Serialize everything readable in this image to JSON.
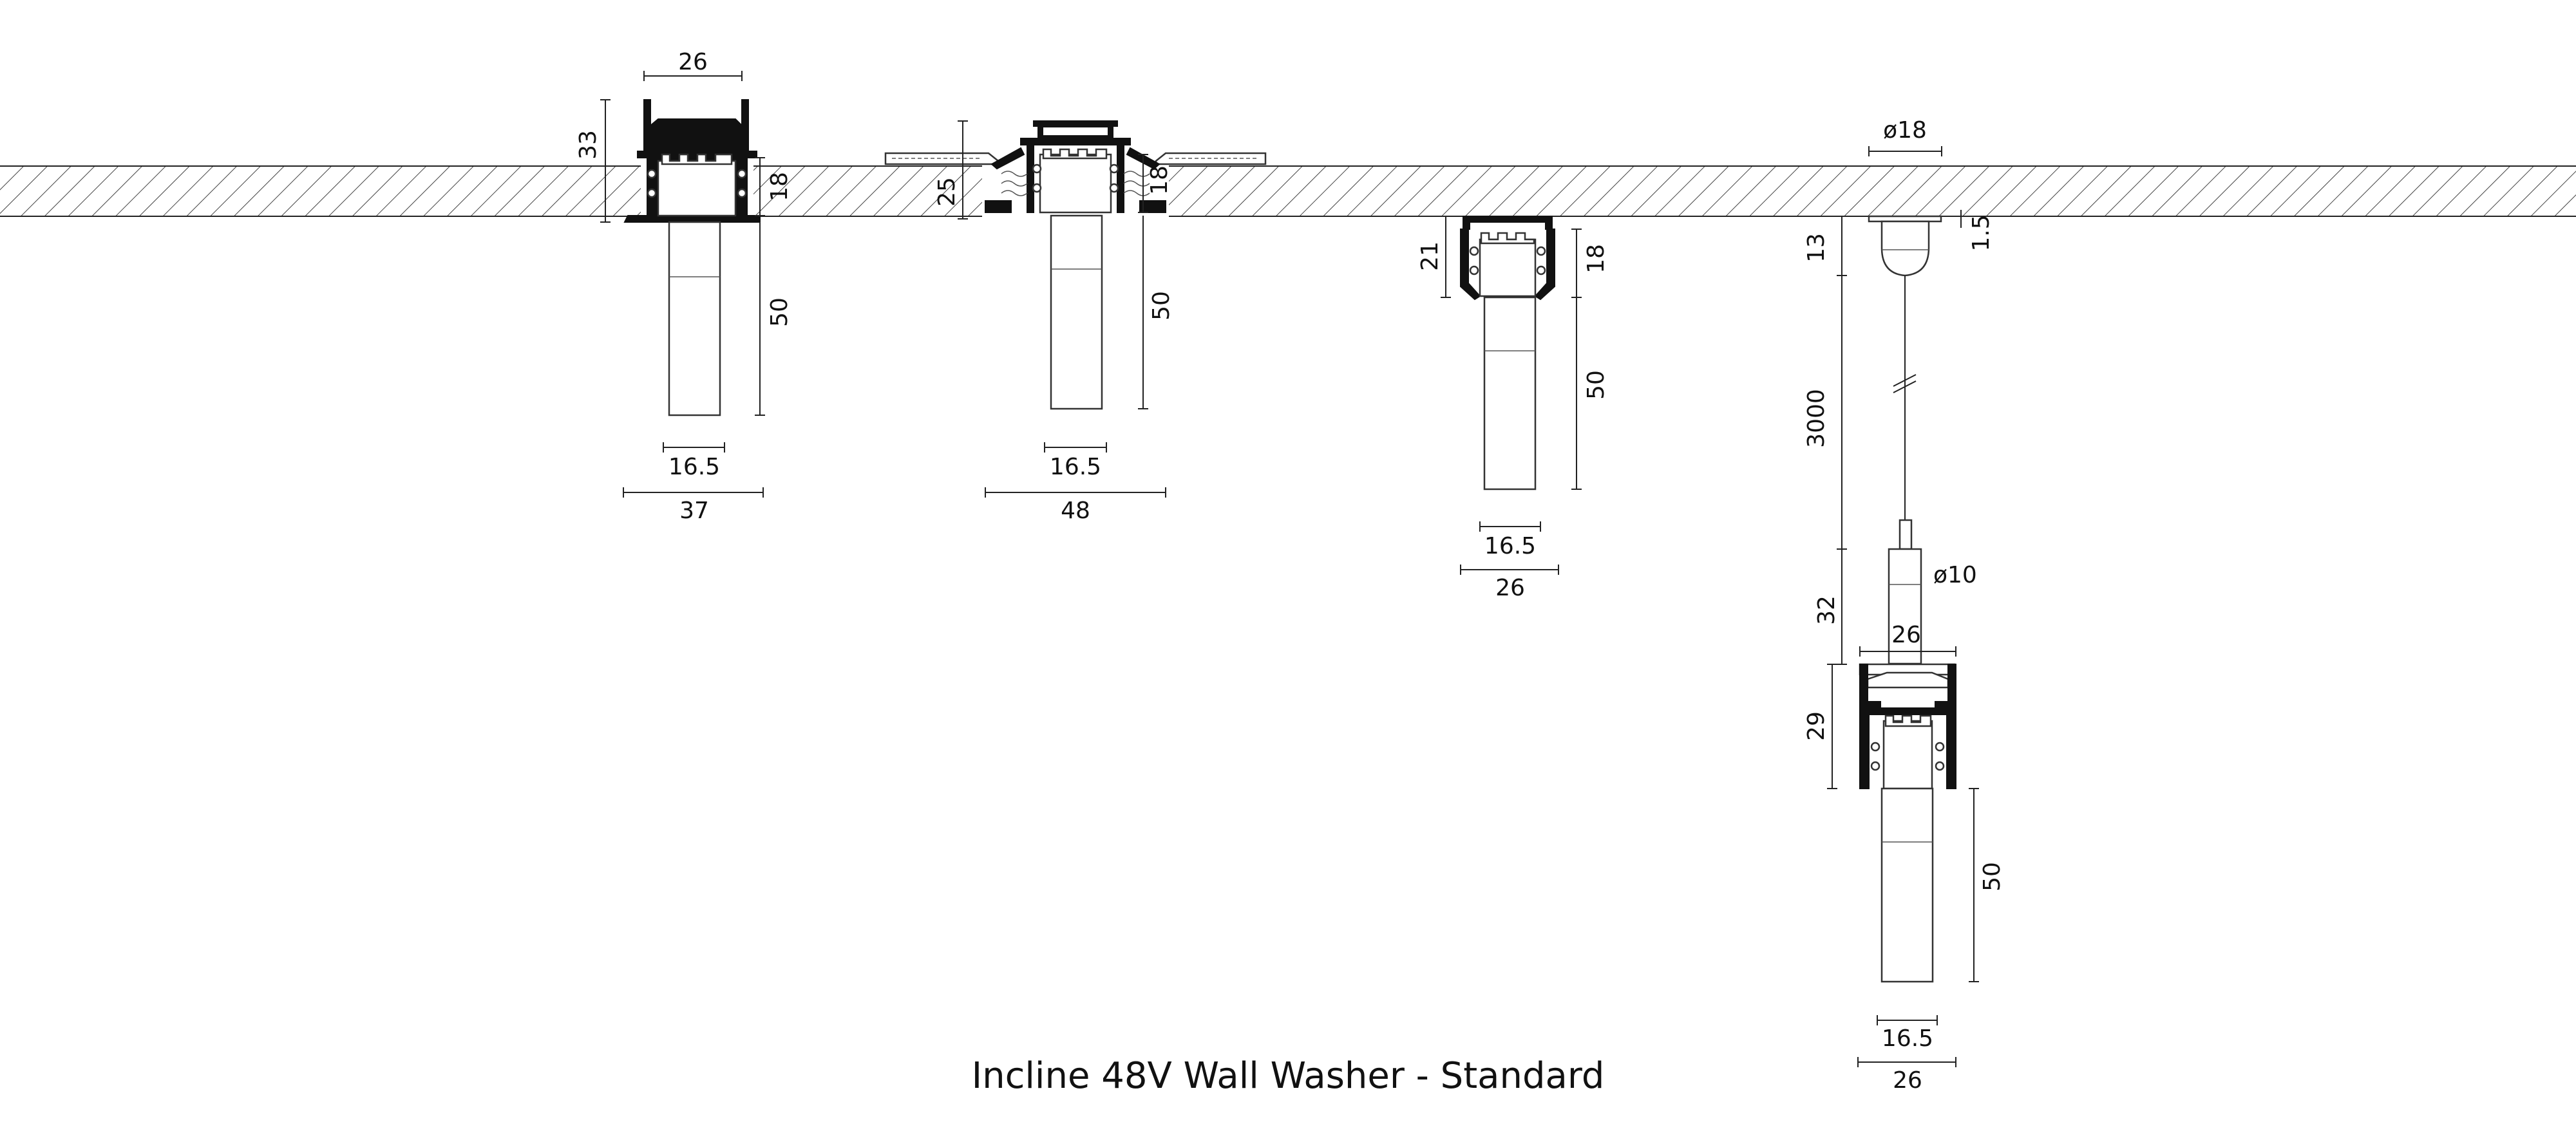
{
  "title": "Incline 48V Wall Washer - Standard",
  "colors": {
    "line": "#222222",
    "profile": "#111111",
    "background": "#ffffff"
  },
  "variants": [
    {
      "id": "surface-recessed",
      "dims": {
        "top_width": "26",
        "height_total": "33",
        "recess_depth": "18",
        "body_length": "50",
        "body_width": "16.5",
        "flange_width": "37"
      }
    },
    {
      "id": "plaster-in",
      "dims": {
        "recess_depth": "25",
        "inner_height": "18",
        "body_length": "50",
        "body_width": "16.5",
        "overall_width": "48"
      }
    },
    {
      "id": "surface-mounted",
      "dims": {
        "profile_height": "21",
        "inner_height": "18",
        "body_length": "50",
        "body_width": "16.5",
        "profile_width": "26"
      }
    },
    {
      "id": "pendant",
      "dims": {
        "canopy_diameter": "ø18",
        "canopy_height": "13",
        "canopy_plate": "1.5",
        "cable_length": "3000",
        "cable_grip_diameter": "ø10",
        "grip_length": "32",
        "profile_width": "26",
        "profile_height": "29",
        "body_length": "50",
        "body_width": "16.5",
        "bottom_width": "26"
      }
    }
  ]
}
